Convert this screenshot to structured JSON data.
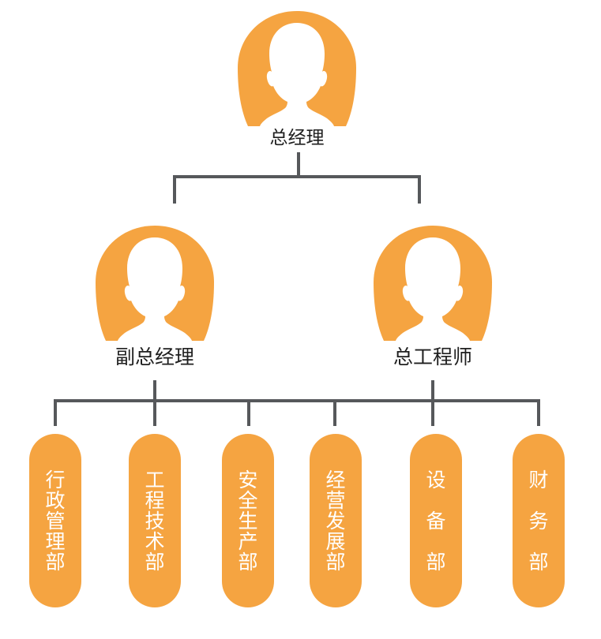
{
  "colors": {
    "accent": "#F5A441",
    "line": "#56585B",
    "text": "#1F1F1F",
    "dept_text": "#FFFFFF"
  },
  "icons": {
    "avatar": "person-bust-icon"
  },
  "nodes": {
    "root": {
      "title": "总经理"
    },
    "managers": [
      {
        "title": "副总经理"
      },
      {
        "title": "总工程师"
      }
    ],
    "departments": [
      {
        "name": "行政管理部"
      },
      {
        "name": "工程技术部"
      },
      {
        "name": "安全生产部"
      },
      {
        "name": "经营发展部"
      },
      {
        "name": "设备部"
      },
      {
        "name": "财务部"
      }
    ]
  }
}
